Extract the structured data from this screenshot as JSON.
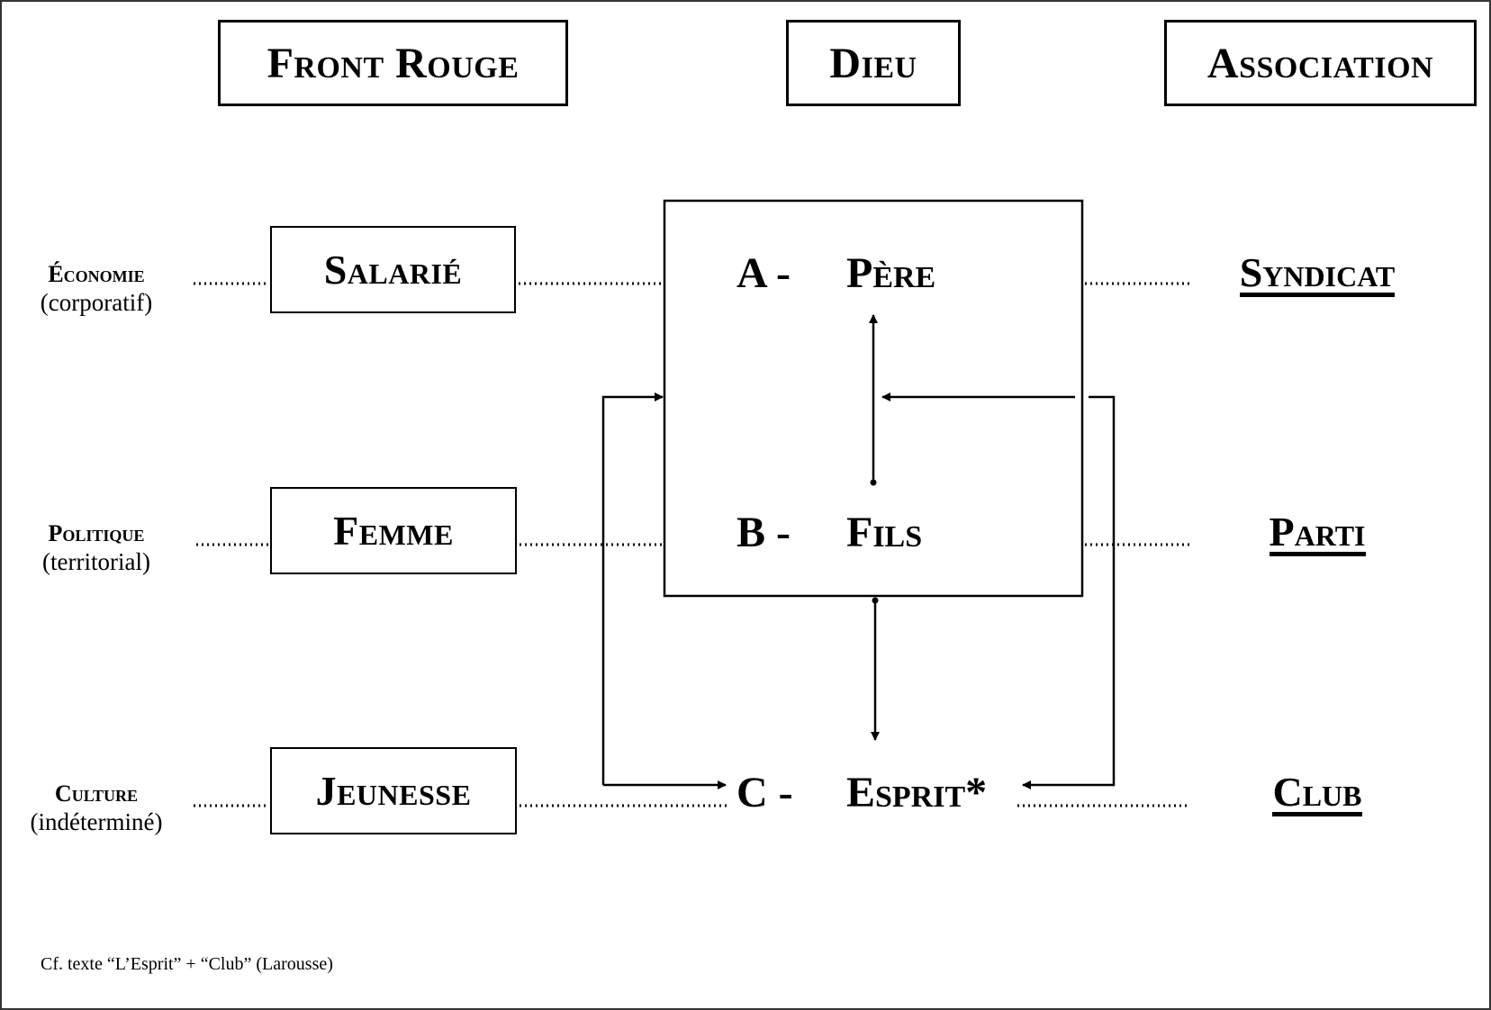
{
  "headers": {
    "front_rouge": "Front Rouge",
    "dieu": "Dieu",
    "association": "Association"
  },
  "axes": [
    {
      "title": "Économie",
      "subtitle": "(corporatif)"
    },
    {
      "title": "Politique",
      "subtitle": "(territorial)"
    },
    {
      "title": "Culture",
      "subtitle": "(indéterminé)"
    }
  ],
  "front_rouge_items": [
    "Salarié",
    "Femme",
    "Jeunesse"
  ],
  "dieu_items": [
    {
      "letter": "A -",
      "name": "Père"
    },
    {
      "letter": "B -",
      "name": "Fils"
    },
    {
      "letter": "C -",
      "name": "Esprit*"
    }
  ],
  "association_items": [
    "Syndicat",
    "Parti",
    "Club"
  ],
  "footnote": "Cf. texte “L’Esprit” +  “Club” (Larousse)",
  "colors": {
    "ink": "#000000",
    "background": "#ffffff",
    "frame": "#333333"
  }
}
